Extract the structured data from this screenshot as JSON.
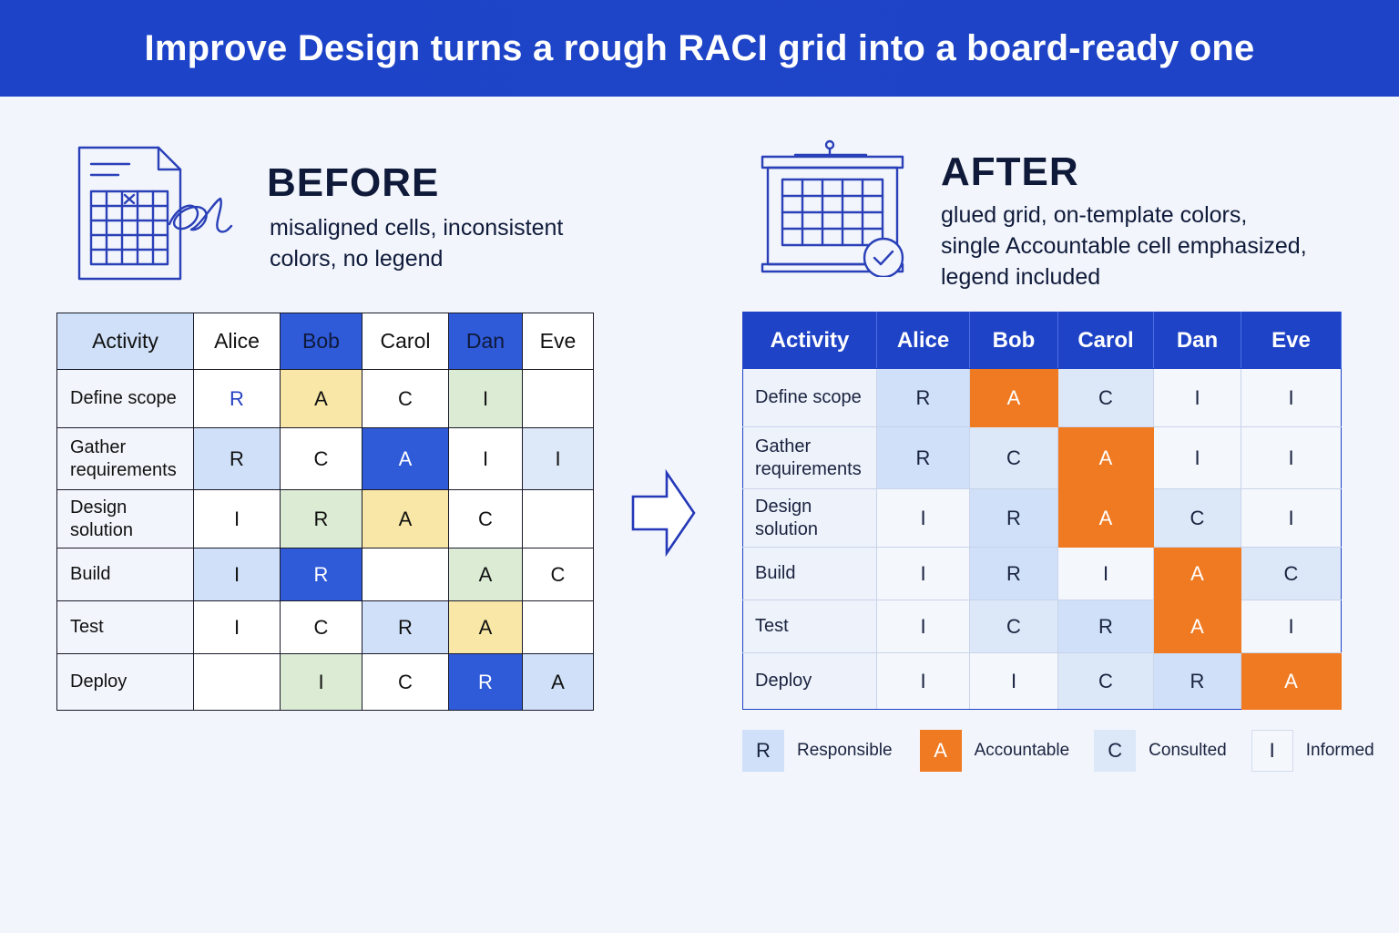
{
  "title": "Improve Design turns a rough RACI grid into a board-ready one",
  "before": {
    "heading": "BEFORE",
    "desc_lines": [
      "misaligned cells, inconsistent",
      "colors, no legend"
    ],
    "columns": [
      "Activity",
      "Alice",
      "Bob",
      "Carol",
      "Dan",
      "Eve"
    ],
    "header_colors": [
      "#cfe0f8",
      "#ffffff",
      "#2f5ad8",
      "#ffffff",
      "#2f5ad8",
      "#ffffff"
    ],
    "header_text_colors": [
      "#111111",
      "#111111",
      "#0f1a3a",
      "#111111",
      "#0f1a3a",
      "#111111"
    ],
    "rows": [
      {
        "activity": [
          "Define scope"
        ],
        "cells": [
          "R",
          "A",
          "C",
          "I",
          ""
        ],
        "colors": [
          "#ffffff",
          "#f8e7a6",
          "#ffffff",
          "#dcebd4",
          "#ffffff"
        ],
        "text_colors": [
          "#2341c0",
          "#111111",
          "#111111",
          "#111111",
          "#111111"
        ]
      },
      {
        "activity": [
          "Gather",
          "requirements"
        ],
        "cells": [
          "R",
          "C",
          "A",
          "I",
          "I"
        ],
        "colors": [
          "#cfe0f8",
          "#ffffff",
          "#2f5ad8",
          "#ffffff",
          "#dde8f8"
        ],
        "text_colors": [
          "#111111",
          "#111111",
          "#ffffff",
          "#111111",
          "#111111"
        ]
      },
      {
        "activity": [
          "Design solution"
        ],
        "cells": [
          "I",
          "R",
          "A",
          "C",
          ""
        ],
        "colors": [
          "#ffffff",
          "#dcebd4",
          "#f8e7a6",
          "#ffffff",
          "#ffffff"
        ],
        "text_colors": [
          "#111111",
          "#111111",
          "#111111",
          "#111111",
          "#111111"
        ]
      },
      {
        "activity": [
          "Build"
        ],
        "cells": [
          "I",
          "R",
          "",
          "A",
          "C"
        ],
        "colors": [
          "#cfe0f8",
          "#2f5ad8",
          "#ffffff",
          "#dcebd4",
          "#ffffff"
        ],
        "text_colors": [
          "#111111",
          "#ffffff",
          "#111111",
          "#111111",
          "#111111"
        ]
      },
      {
        "activity": [
          "Test"
        ],
        "cells": [
          "I",
          "C",
          "R",
          "A",
          ""
        ],
        "colors": [
          "#ffffff",
          "#ffffff",
          "#cfe0f8",
          "#f8e7a6",
          "#ffffff"
        ],
        "text_colors": [
          "#111111",
          "#111111",
          "#111111",
          "#111111",
          "#111111"
        ]
      },
      {
        "activity": [
          "Deploy"
        ],
        "cells": [
          "",
          "I",
          "C",
          "R",
          "A"
        ],
        "colors": [
          "#ffffff",
          "#dcebd4",
          "#ffffff",
          "#2f5ad8",
          "#cfe0f8"
        ],
        "text_colors": [
          "#111111",
          "#111111",
          "#111111",
          "#ffffff",
          "#111111"
        ]
      }
    ]
  },
  "after": {
    "heading": "AFTER",
    "desc_lines": [
      "glued grid, on-template colors,",
      "single Accountable cell emphasized,",
      "legend included"
    ],
    "columns": [
      "Activity",
      "Alice",
      "Bob",
      "Carol",
      "Dan",
      "Eve"
    ],
    "rows": [
      {
        "activity": [
          "Define scope"
        ],
        "cells": [
          "R",
          "A",
          "C",
          "I",
          "I"
        ]
      },
      {
        "activity": [
          "Gather",
          "requirements"
        ],
        "cells": [
          "R",
          "C",
          "A",
          "I",
          "I"
        ]
      },
      {
        "activity": [
          "Design solution"
        ],
        "cells": [
          "I",
          "R",
          "A",
          "C",
          "I"
        ]
      },
      {
        "activity": [
          "Build"
        ],
        "cells": [
          "I",
          "R",
          "I",
          "A",
          "C"
        ]
      },
      {
        "activity": [
          "Test"
        ],
        "cells": [
          "I",
          "C",
          "R",
          "A",
          "I"
        ]
      },
      {
        "activity": [
          "Deploy"
        ],
        "cells": [
          "I",
          "I",
          "C",
          "R",
          "A"
        ]
      }
    ],
    "role_colors": {
      "R": "#cfe0f8",
      "A": "#f07a22",
      "C": "#dce8f8",
      "I": "#f4f7fc"
    },
    "role_text_colors": {
      "R": "#1a2340",
      "A": "#ffffff",
      "C": "#1a2340",
      "I": "#1a2340"
    }
  },
  "legend": [
    {
      "letter": "R",
      "label": "Responsible"
    },
    {
      "letter": "A",
      "label": "Accountable"
    },
    {
      "letter": "C",
      "label": "Consulted"
    },
    {
      "letter": "I",
      "label": "Informed"
    }
  ],
  "icons": {
    "before": "spreadsheet-scribble-icon",
    "after": "presentation-board-check-icon",
    "arrow": "right-arrow-icon"
  },
  "colors": {
    "banner": "#1e43c6",
    "background": "#f2f5fb",
    "accent_blue": "#1e43c6",
    "accountable_orange": "#f07a22"
  }
}
